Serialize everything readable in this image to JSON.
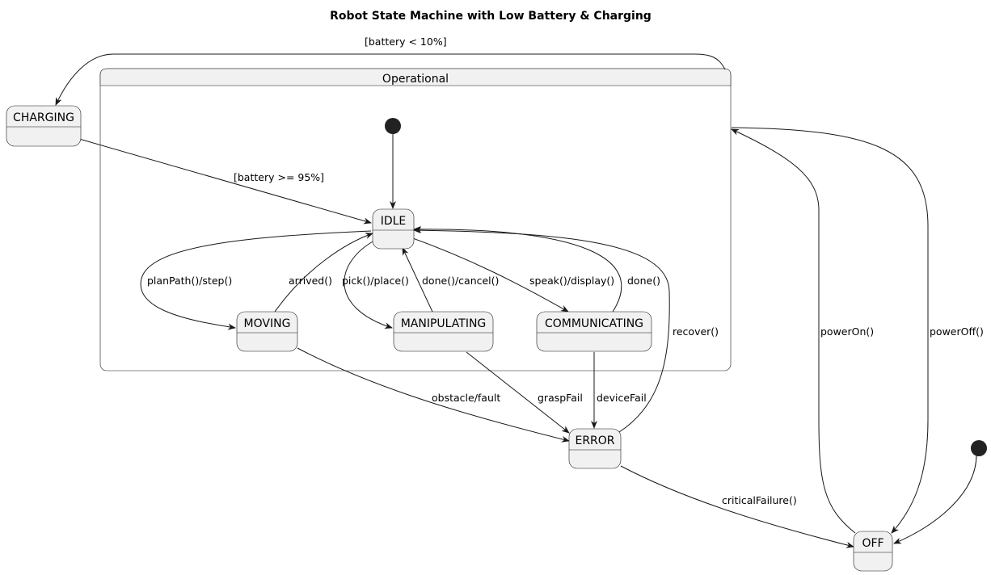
{
  "title": "Robot State Machine with Low Battery & Charging",
  "composite": {
    "id": "operational",
    "name": "Operational"
  },
  "states": [
    {
      "id": "charging",
      "name": "CHARGING"
    },
    {
      "id": "idle",
      "name": "IDLE"
    },
    {
      "id": "moving",
      "name": "MOVING"
    },
    {
      "id": "manipulating",
      "name": "MANIPULATING"
    },
    {
      "id": "communicating",
      "name": "COMMUNICATING"
    },
    {
      "id": "error",
      "name": "ERROR"
    },
    {
      "id": "off",
      "name": "OFF"
    }
  ],
  "initials": [
    {
      "id": "init-operational",
      "target": "idle"
    },
    {
      "id": "init-top",
      "target": "off"
    }
  ],
  "transitions": [
    {
      "id": "t-low-battery",
      "from": "operational",
      "to": "charging",
      "label": "[battery < 10%]"
    },
    {
      "id": "t-charged",
      "from": "charging",
      "to": "idle",
      "label": "[battery >= 95%]"
    },
    {
      "id": "t-planpath",
      "from": "idle",
      "to": "moving",
      "label": "planPath()/step()"
    },
    {
      "id": "t-arrived",
      "from": "moving",
      "to": "idle",
      "label": "arrived()"
    },
    {
      "id": "t-pick",
      "from": "idle",
      "to": "manipulating",
      "label": "pick()/place()"
    },
    {
      "id": "t-done-cancel",
      "from": "manipulating",
      "to": "idle",
      "label": "done()/cancel()"
    },
    {
      "id": "t-speak",
      "from": "idle",
      "to": "communicating",
      "label": "speak()/display()"
    },
    {
      "id": "t-done",
      "from": "communicating",
      "to": "idle",
      "label": "done()"
    },
    {
      "id": "t-obstacle",
      "from": "moving",
      "to": "error",
      "label": "obstacle/fault"
    },
    {
      "id": "t-grasp",
      "from": "manipulating",
      "to": "error",
      "label": "graspFail"
    },
    {
      "id": "t-device",
      "from": "communicating",
      "to": "error",
      "label": "deviceFail"
    },
    {
      "id": "t-recover",
      "from": "error",
      "to": "idle",
      "label": "recover()"
    },
    {
      "id": "t-critical",
      "from": "error",
      "to": "off",
      "label": "criticalFailure()"
    },
    {
      "id": "t-poweron",
      "from": "off",
      "to": "operational",
      "label": "powerOn()"
    },
    {
      "id": "t-poweroff",
      "from": "operational",
      "to": "off",
      "label": "powerOff()"
    }
  ]
}
